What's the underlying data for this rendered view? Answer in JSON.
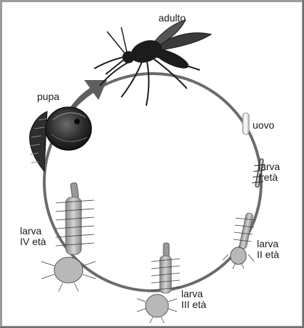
{
  "stages": {
    "adult": {
      "label": "adulto"
    },
    "egg": {
      "label": "uovo"
    },
    "larva1": {
      "line1": "larva",
      "line2": "I età"
    },
    "larva2": {
      "line1": "larva",
      "line2": "II età"
    },
    "larva3": {
      "line1": "larva",
      "line2": "III età"
    },
    "larva4": {
      "line1": "larva",
      "line2": "IV età"
    },
    "pupa": {
      "label": "pupa"
    }
  },
  "colors": {
    "cycle": "#6b6b6b",
    "arrow": "#5e5e5e",
    "insect": "#1c1c1c",
    "larva": "#a8a8a8",
    "frame": "#9c9c9c"
  }
}
